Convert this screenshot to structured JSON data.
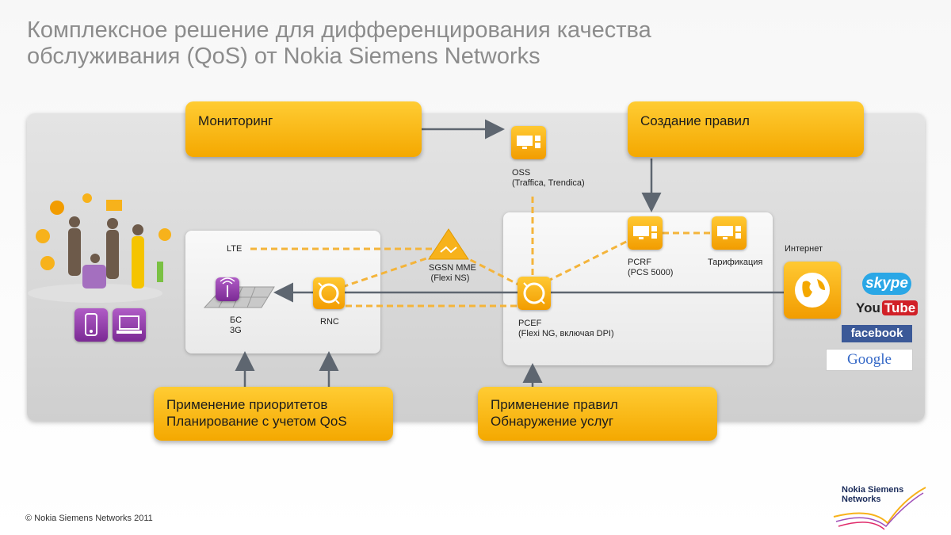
{
  "title": {
    "line1": "Комплексное решение для дифференцирования качества",
    "line2": "обслуживания (QoS) от Nokia Siemens Networks"
  },
  "boxes": {
    "monitoring": "Мониторинг",
    "rules_creation": "Создание правил",
    "priorities_line1": "Применение приоритетов",
    "priorities_line2": "Планирование с учетом QoS",
    "rules_apply_line1": "Применение правил",
    "rules_apply_line2": "Обнаружение услуг"
  },
  "nodes": {
    "oss_line1": "OSS",
    "oss_line2": "(Traffica, Trendica)",
    "lte": "LTE",
    "sgsn_line1": "SGSN MME",
    "sgsn_line2": "(Flexi NS)",
    "bs_line1": "БС",
    "bs_line2": "3G",
    "rnc": "RNC",
    "pcef_line1": "PCEF",
    "pcef_line2": "(Flexi NG, включая DPI)",
    "pcrf_line1": "PCRF",
    "pcrf_line2": "(PCS 5000)",
    "billing": "Тарификация",
    "internet": "Интернет"
  },
  "brands": {
    "skype": "skype",
    "youtube_you": "You",
    "youtube_tube": "Tube",
    "facebook": "facebook",
    "google": "Google"
  },
  "footer": "© Nokia Siemens Networks 2011",
  "logo": {
    "line1": "Nokia Siemens",
    "line2": "Networks"
  },
  "colors": {
    "accent": "#f7b500",
    "dashed": "#f4b43a",
    "arrow": "#5e6670",
    "purple": "#8a3aa3"
  }
}
